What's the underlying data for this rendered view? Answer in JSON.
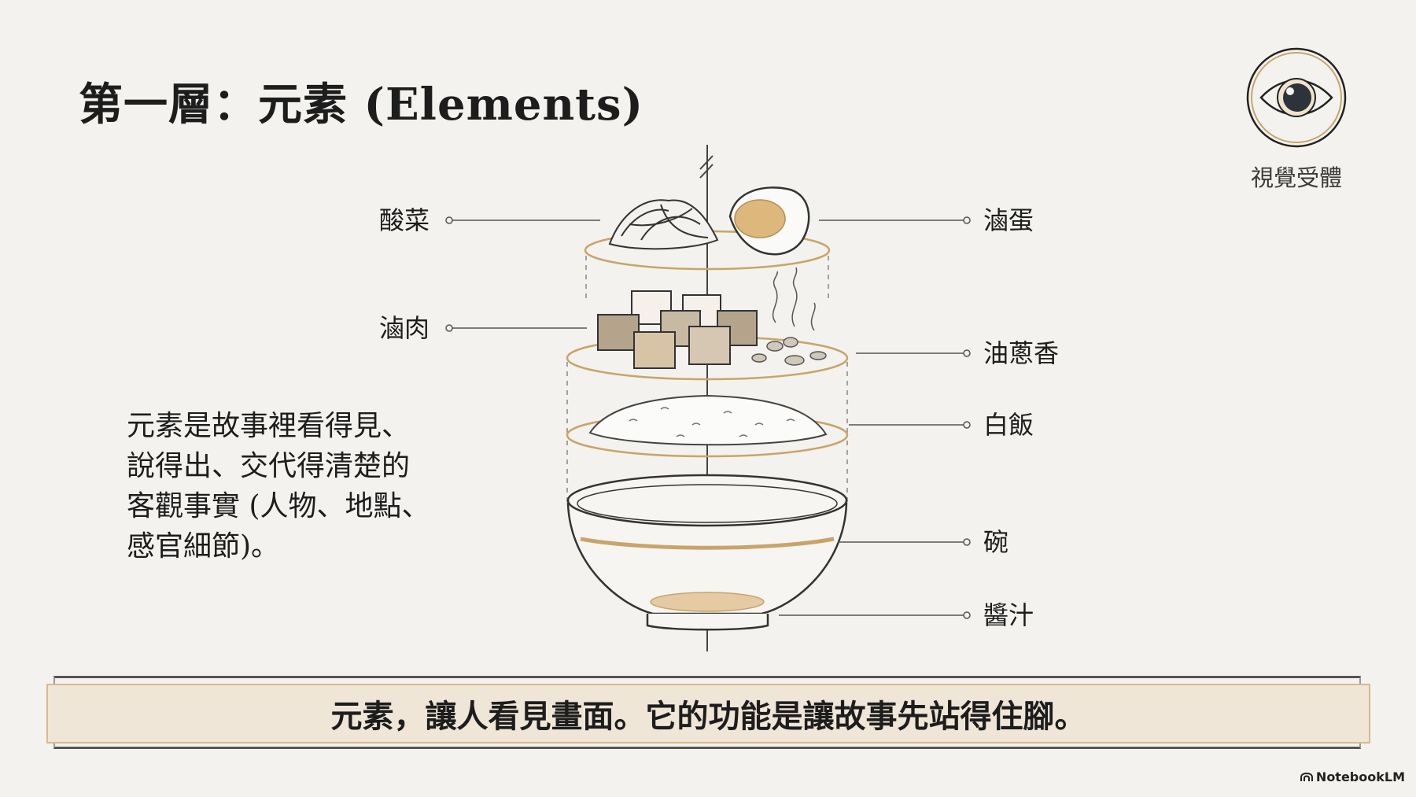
{
  "title": "第一層：元素 (Elements)",
  "eye_badge": {
    "icon": "eye-icon",
    "label": "視覺受體"
  },
  "labels": {
    "pickled_greens": "酸菜",
    "braised_egg": "滷蛋",
    "braised_pork": "滷肉",
    "fried_shallot": "油蔥香",
    "rice": "白飯",
    "bowl": "碗",
    "sauce": "醬汁"
  },
  "paragraph": [
    "元素是故事裡看得見、",
    "說得出、交代得清楚的",
    "客觀事實 (人物、地點、",
    "感官細節)。"
  ],
  "banner": "元素，讓人看見畫面。它的功能是讓故事先站得住腳。",
  "brand": "NotebookLM",
  "colors": {
    "background": "#f3f2ee",
    "gold": "#c9a46a",
    "banner_fill": "#efe6d8",
    "ink": "#1d1d1d"
  }
}
